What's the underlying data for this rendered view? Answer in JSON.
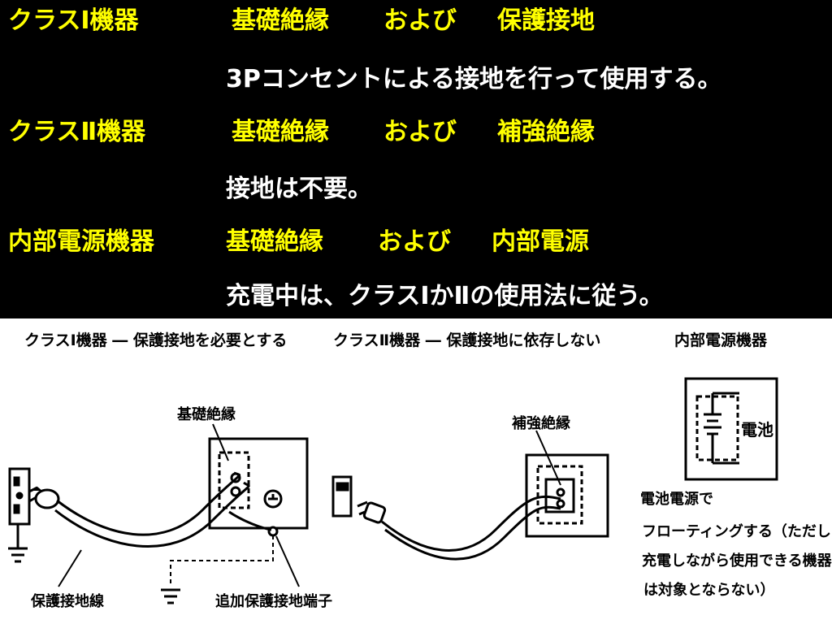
{
  "rows": [
    {
      "class_name": "クラスⅠ機器",
      "parts": [
        "基礎絶縁",
        "および",
        "保護接地"
      ],
      "note": "3Pコンセントによる接地を行って使用する。"
    },
    {
      "class_name": "クラスⅡ機器",
      "parts": [
        "基礎絶縁",
        "および",
        "補強絶縁"
      ],
      "note": "接地は不要。"
    },
    {
      "class_name": "内部電源機器",
      "parts": [
        "基礎絶縁",
        "および",
        "内部電源"
      ],
      "note": "充電中は、クラスⅠかⅡの使用法に従う。"
    }
  ],
  "diagram": {
    "panel1": {
      "title": "クラスⅠ機器 ― 保護接地を必要とする",
      "label_insulation": "基礎絶縁",
      "label_ground_wire": "保護接地線",
      "label_terminal": "追加保護接地端子"
    },
    "panel2": {
      "title": "クラスⅡ機器 ― 保護接地に依存しない",
      "label_insulation": "補強絶縁"
    },
    "panel3": {
      "title": "内部電源機器",
      "battery_label": "電池",
      "note_lines": [
        "電池電源で",
        "フローティングする（ただし",
        "充電しながら使用できる機器",
        "は対象とならない）"
      ]
    }
  },
  "colors": {
    "highlight": "#ffff00",
    "text": "#ffffff",
    "background": "#000000"
  }
}
